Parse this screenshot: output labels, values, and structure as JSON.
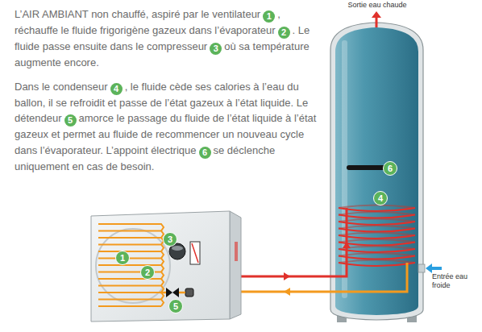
{
  "diagram": {
    "labels": [
      "L’AIR AMBIANT non chauffé, aspiré par le ventilateur",
      "1",
      ", réchauffe le fluide frigorigène gazeux dans l’évaporateur",
      "2",
      ". Le fluide passe ensuite dans le compresseur",
      "3",
      "où sa température augmente encore.",
      "Dans le condenseur",
      "4",
      ", le fluide cède ses calories à l’eau du ballon, il se refroidit et passe de l’état gazeux à l’état liquide. Le détendeur",
      "5",
      "amorce le passage du fluide de l’état liquide à l’état gazeux et permet au fluide de recommencer un nouveau cycle dans l’évaporateur. L’appoint électrique",
      "6",
      "se déclenche uniquement en cas de besoin.",
      "Sortie eau chaude",
      "Entrée eau froide",
      "1",
      "2",
      "3",
      "5",
      "6",
      "4"
    ]
  }
}
